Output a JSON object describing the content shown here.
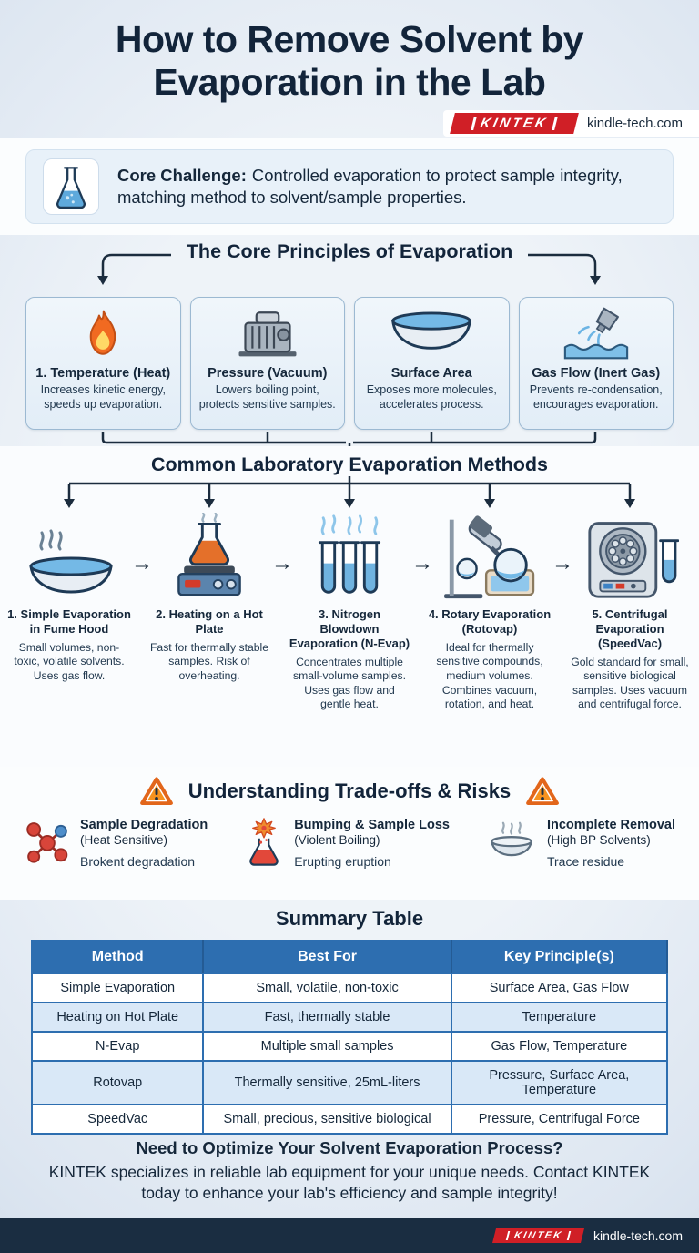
{
  "header": {
    "title": "How to Remove Solvent by Evaporation in the Lab",
    "brand": "KINTEK",
    "website": "kindle-tech.com"
  },
  "challenge": {
    "icon": "erlenmeyer-flask-icon",
    "label": "Core Challenge:",
    "text": "Controlled evaporation to protect sample integrity, matching method to solvent/sample properties."
  },
  "principles": {
    "title": "The Core Principles of Evaporation",
    "cards": [
      {
        "icon": "flame-icon",
        "title": "1. Temperature (Heat)",
        "desc": "Increases kinetic energy, speeds up evaporation."
      },
      {
        "icon": "vacuum-pump-icon",
        "title": "Pressure (Vacuum)",
        "desc": "Lowers boiling point, protects sensitive samples."
      },
      {
        "icon": "evaporating-dish-icon",
        "title": "Surface Area",
        "desc": "Exposes more molecules, accelerates process."
      },
      {
        "icon": "gas-nozzle-icon",
        "title": "Gas Flow (Inert Gas)",
        "desc": "Prevents re-condensation, encourages evaporation."
      }
    ]
  },
  "methods": {
    "title": "Common Laboratory Evaporation Methods",
    "arrow_glyph": "→",
    "items": [
      {
        "icon": "fume-hood-dish-icon",
        "title": "1. Simple Evaporation in Fume Hood",
        "desc": "Small volumes, non-toxic, volatile solvents. Uses gas flow."
      },
      {
        "icon": "hot-plate-flask-icon",
        "title": "2. Heating on a Hot Plate",
        "desc": "Fast for thermally stable samples. Risk of overheating."
      },
      {
        "icon": "nitrogen-blowdown-tubes-icon",
        "title": "3. Nitrogen Blowdown Evaporation (N-Evap)",
        "desc": "Concentrates multiple small-volume samples. Uses gas flow and gentle heat."
      },
      {
        "icon": "rotary-evaporator-icon",
        "title": "4. Rotary Evaporation (Rotovap)",
        "desc": "Ideal for thermally sensitive compounds, medium volumes. Combines vacuum, rotation, and heat."
      },
      {
        "icon": "centrifuge-speedvac-icon",
        "title": "5. Centrifugal Evaporation (SpeedVac)",
        "desc": "Gold standard for small, sensitive biological samples. Uses vacuum and centrifugal force."
      }
    ]
  },
  "risks": {
    "title": "Understanding Trade-offs & Risks",
    "warning_icon": "warning-triangle-icon",
    "items": [
      {
        "icon": "molecule-degradation-icon",
        "title": "Sample Degradation",
        "subtitle": "(Heat Sensitive)",
        "desc": "Brokent degradation"
      },
      {
        "icon": "bumping-flask-icon",
        "title": "Bumping & Sample Loss",
        "subtitle": "(Violent Boiling)",
        "desc": "Erupting eruption"
      },
      {
        "icon": "residue-dish-icon",
        "title": "Incomplete Removal",
        "subtitle": "(High BP Solvents)",
        "desc": "Trace residue"
      }
    ]
  },
  "summary": {
    "title": "Summary Table",
    "headers": [
      "Method",
      "Best For",
      "Key Principle(s)"
    ],
    "rows": [
      [
        "Simple Evaporation",
        "Small, volatile, non-toxic",
        "Surface Area, Gas Flow"
      ],
      [
        "Heating on Hot Plate",
        "Fast, thermally stable",
        "Temperature"
      ],
      [
        "N-Evap",
        "Multiple small samples",
        "Gas Flow, Temperature"
      ],
      [
        "Rotovap",
        "Thermally sensitive, 25mL-liters",
        "Pressure, Surface Area, Temperature"
      ],
      [
        "SpeedVac",
        "Small, precious, sensitive biological",
        "Pressure, Centrifugal Force"
      ]
    ]
  },
  "footer": {
    "headline": "Need to Optimize Your Solvent Evaporation Process?",
    "text": "KINTEK specializes in reliable lab equipment for your unique needs. Contact KINTEK today to enhance your lab's efficiency and sample integrity!"
  },
  "footer_bar": {
    "brand": "KINTEK",
    "website": "kindle-tech.com"
  },
  "colors": {
    "accent_blue": "#2d6eb0",
    "brand_red": "#d01f26",
    "navy_text": "#15273a",
    "card_blue": "#e8f1f9",
    "bar_navy": "#1a2d41"
  }
}
